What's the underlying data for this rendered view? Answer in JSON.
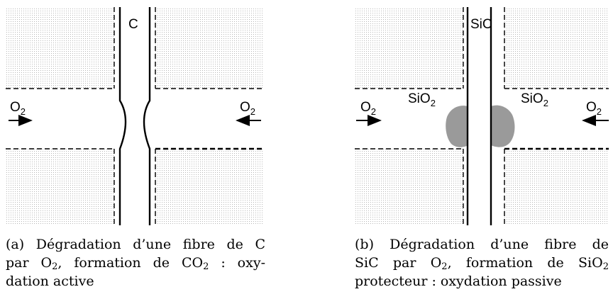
{
  "panel_a": {
    "fiber_label": "C",
    "left_gas": {
      "base": "O",
      "sub": "2"
    },
    "right_gas": {
      "base": "O",
      "sub": "2"
    },
    "caption": [
      {
        "text": "(a) Dégradation d’une fibre de C"
      },
      {
        "text": "par O",
        "sub": "2",
        "tail": ", formation de CO",
        "sub2": "2",
        "tail2": " : oxy-"
      },
      {
        "text": "dation active"
      }
    ]
  },
  "panel_b": {
    "fiber_label": "SiC",
    "left_gas": {
      "base": "O",
      "sub": "2"
    },
    "right_gas": {
      "base": "O",
      "sub": "2"
    },
    "oxide_left": {
      "base": "SiO",
      "sub": "2"
    },
    "oxide_right": {
      "base": "SiO",
      "sub": "2"
    },
    "caption": [
      {
        "text": "(b) Dégradation d’une fibre de"
      },
      {
        "text": "SiC par O",
        "sub": "2",
        "tail": ", formation de SiO",
        "sub2": "2",
        "tail2": ""
      },
      {
        "text": "protecteur : oxydation passive"
      }
    ]
  },
  "colors": {
    "stipple": "#c8c8c8",
    "oxide": "#9a9a9a",
    "line": "#000000"
  }
}
